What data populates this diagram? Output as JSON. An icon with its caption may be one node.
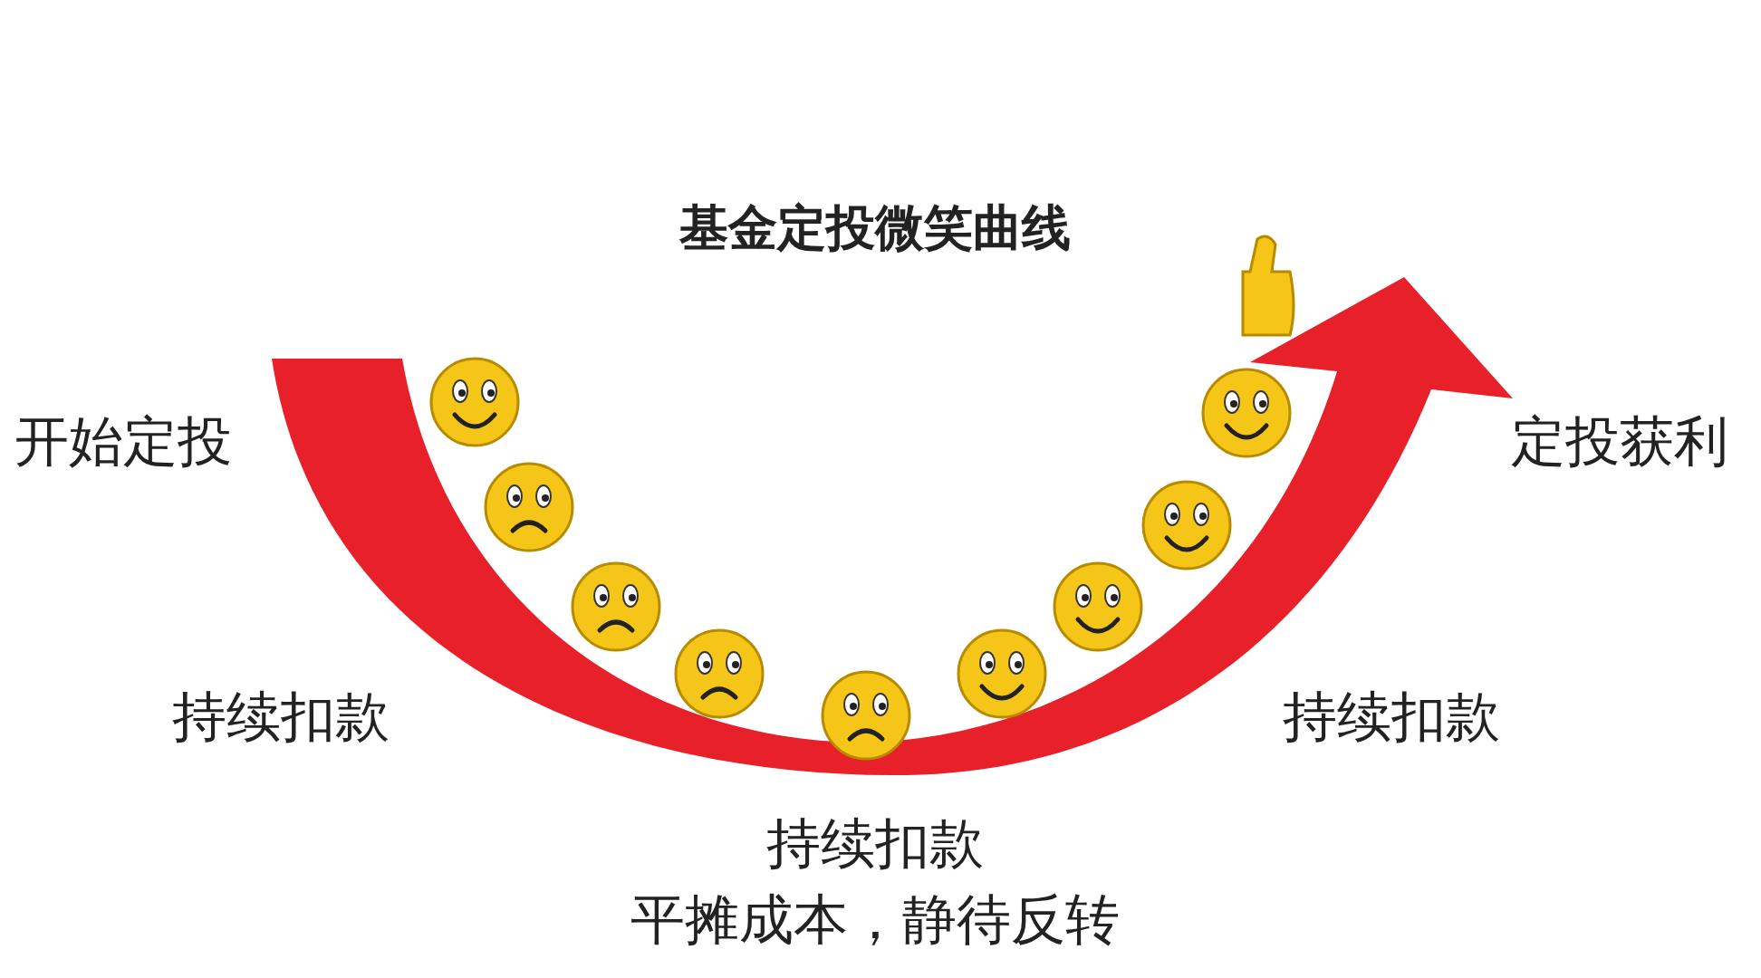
{
  "diagram": {
    "title": "基金定投微笑曲线",
    "labels": [
      "开始定投",
      "定投获利",
      "持续扣款",
      "持续扣款",
      "持续扣款",
      "平摊成本，静待反转"
    ]
  }
}
